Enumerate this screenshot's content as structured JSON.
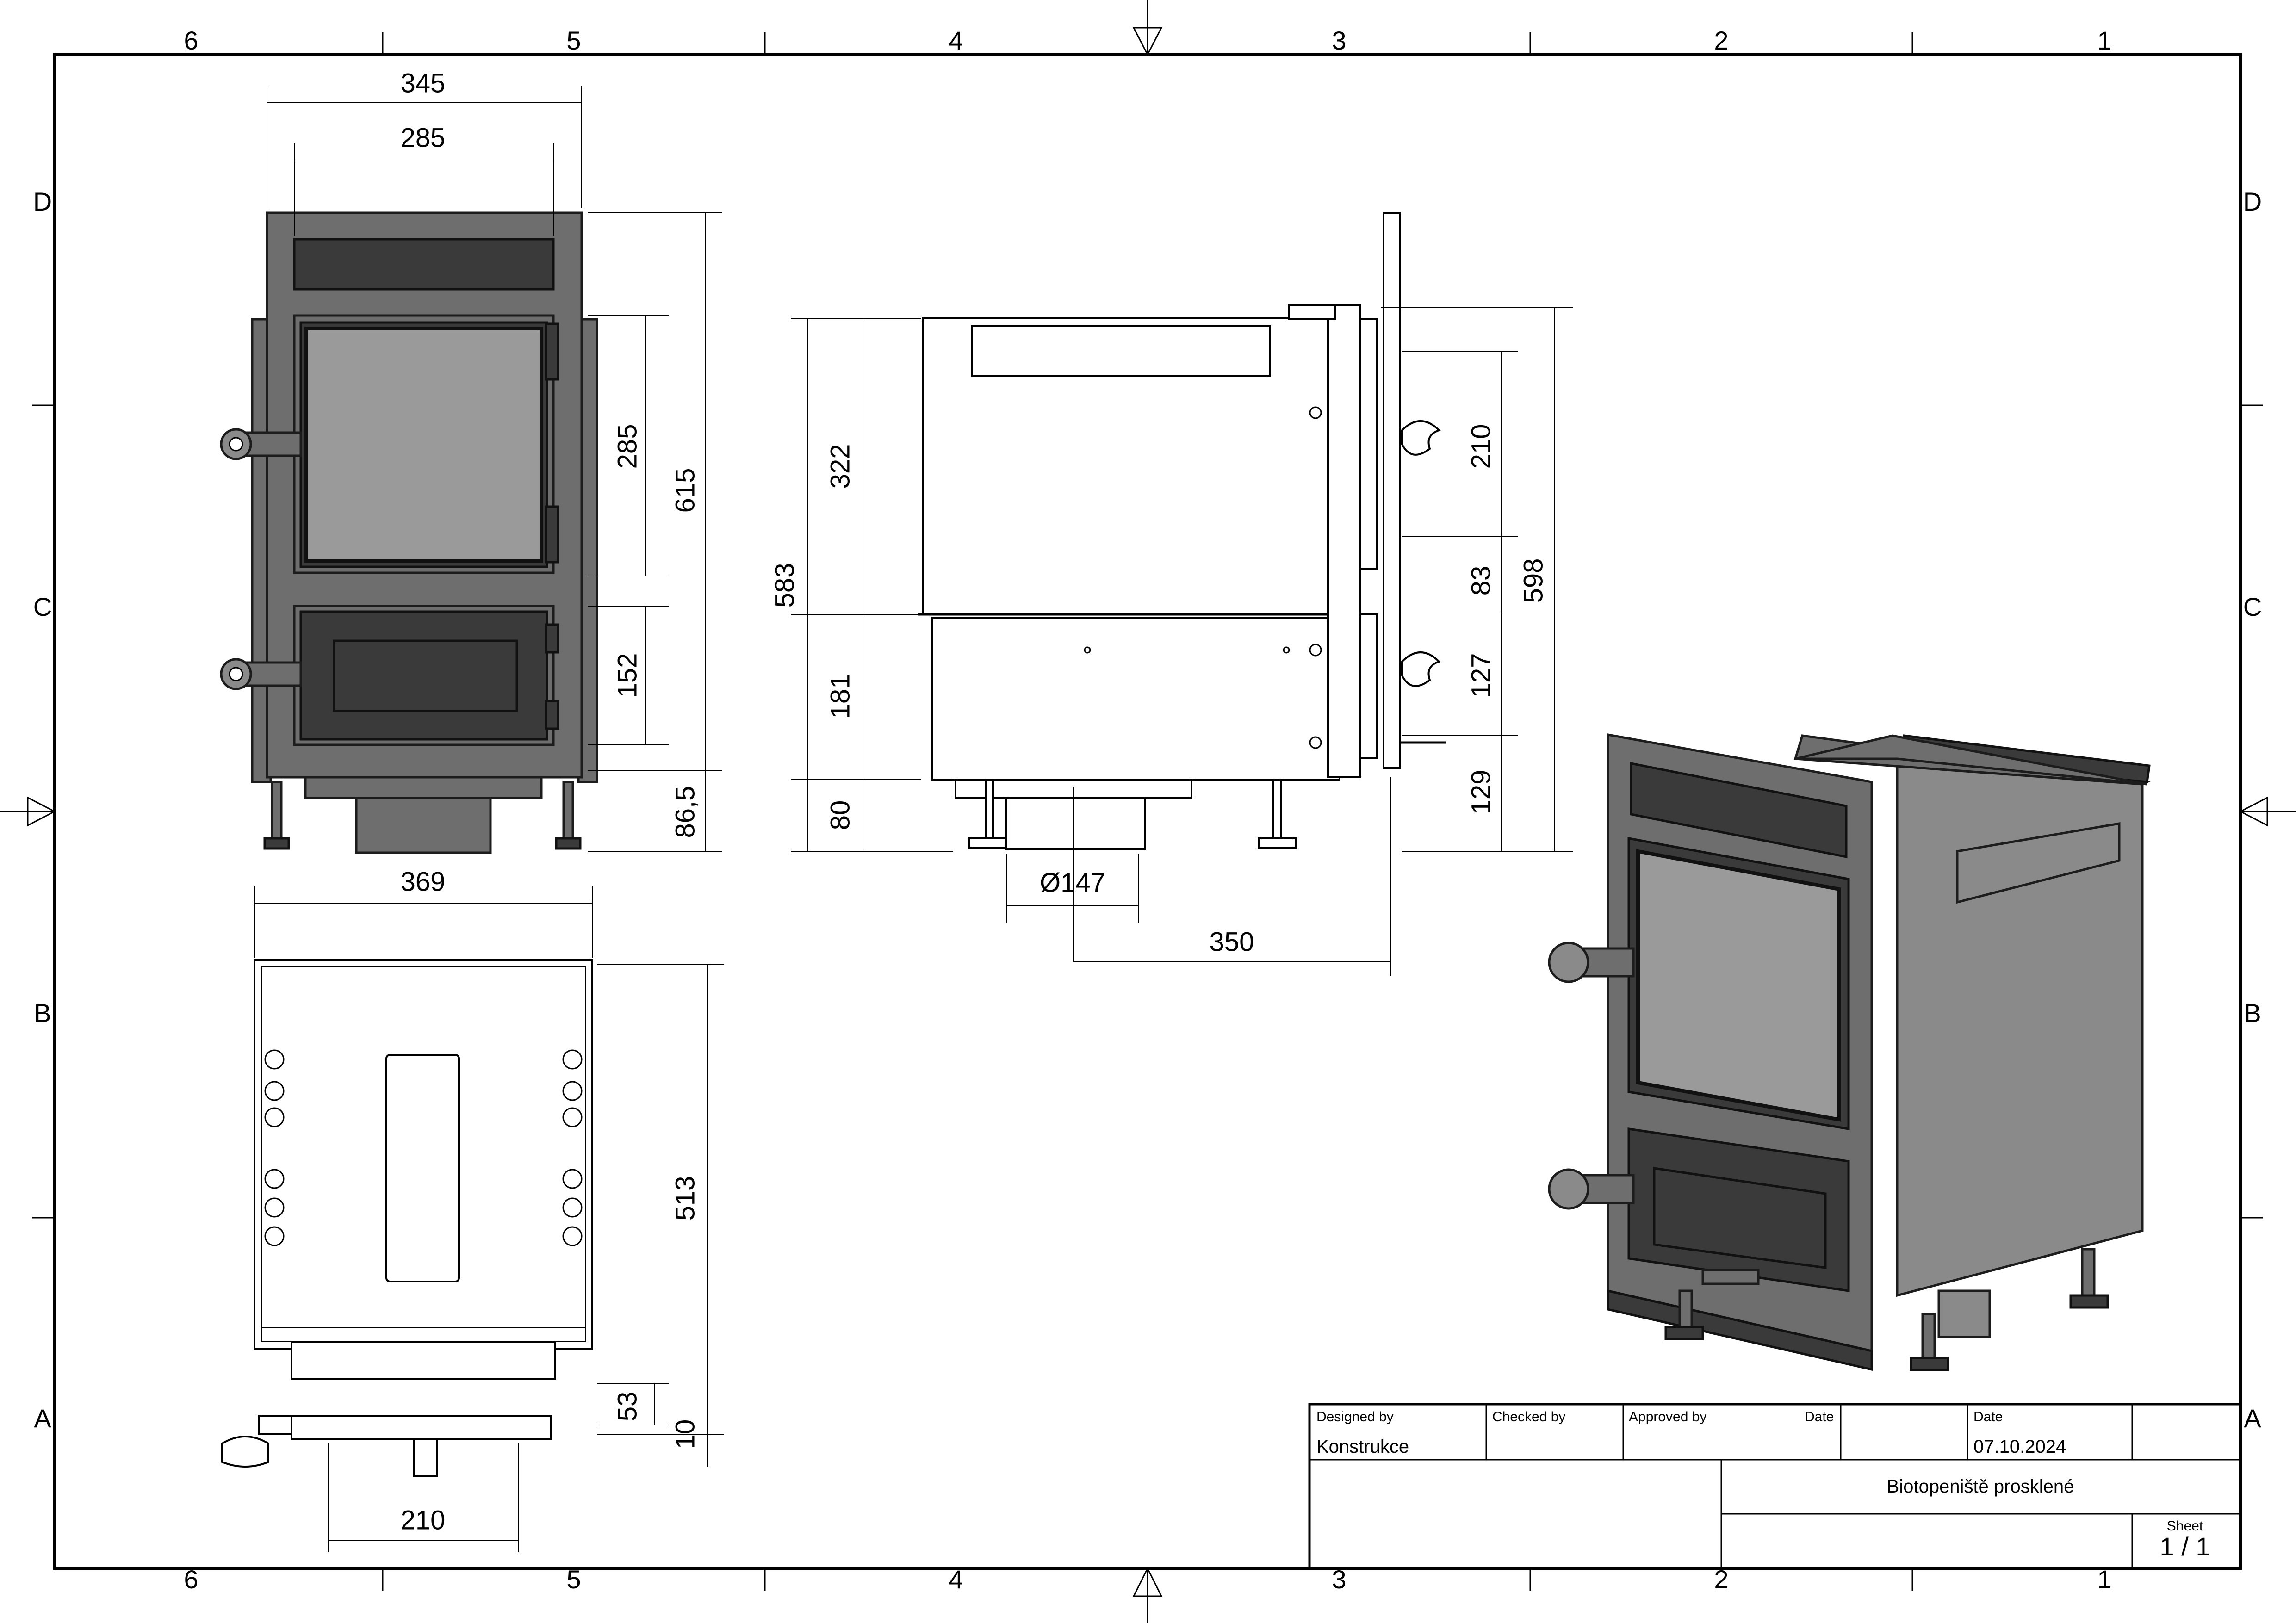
{
  "zones": {
    "columns": [
      "6",
      "5",
      "4",
      "3",
      "2",
      "1"
    ],
    "rows": [
      "D",
      "C",
      "B",
      "A"
    ]
  },
  "dimensions": {
    "front_width_outer": "345",
    "front_width_inner": "285",
    "front_door_height": "285",
    "front_total_height": "615",
    "front_ash_door_height": "152",
    "front_leg_height": "86,5",
    "side_upper_height": "322",
    "side_total_height": "583",
    "side_lower_height": "181",
    "side_leg_height": "80",
    "side_flue_diameter": "Ø147",
    "side_depth": "350",
    "side_glass_height": "210",
    "side_gap": "83",
    "side_ash_height": "127",
    "side_bottom_height": "129",
    "side_overall_height": "598",
    "top_width": "369",
    "top_depth": "513",
    "top_step": "53",
    "top_plate": "10",
    "top_flue_width": "210"
  },
  "title_block": {
    "designed_by_label": "Designed by",
    "designed_by_value": "Konstrukce",
    "checked_by_label": "Checked by",
    "approved_by_label": "Approved by",
    "date_label_1": "Date",
    "date_label_2": "Date",
    "date_value": "07.10.2024",
    "title": "Biotopeniště prosklené",
    "sheet_label": "Sheet",
    "sheet_value": "1 / 1"
  }
}
